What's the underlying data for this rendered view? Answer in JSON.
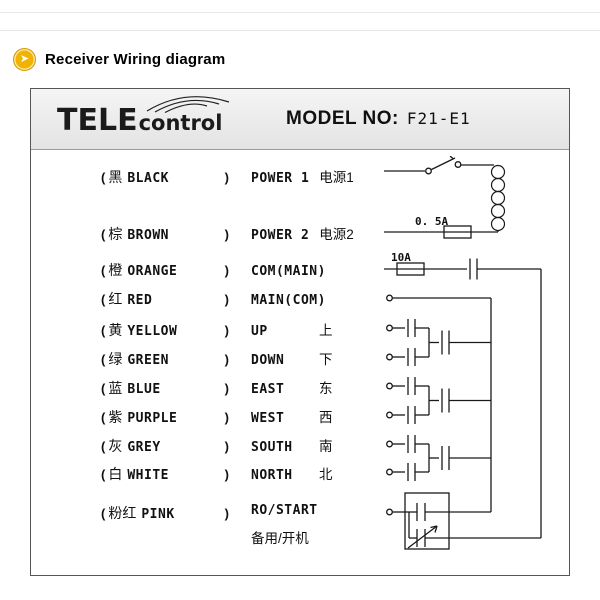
{
  "page": {
    "title": "Receiver Wiring diagram"
  },
  "icons": {
    "bullet_arrow": "➤"
  },
  "punct": {
    "open": "(",
    "close": ")"
  },
  "panel": {
    "brand_tele": "TELE",
    "brand_control": "control",
    "model_label": "MODEL NO:",
    "model_value": "F21-E1"
  },
  "wires": [
    {
      "cn": "黑",
      "en": "BLACK",
      "func": "POWER 1",
      "func_cn": "电源1"
    },
    {
      "cn": "棕",
      "en": "BROWN",
      "func": "POWER 2",
      "func_cn": "电源2"
    },
    {
      "cn": "橙",
      "en": "ORANGE",
      "func": "COM(MAIN)",
      "func_cn": ""
    },
    {
      "cn": "红",
      "en": "RED",
      "func": "MAIN(COM)",
      "func_cn": ""
    },
    {
      "cn": "黄",
      "en": "YELLOW",
      "func": "UP",
      "func_cn": "上"
    },
    {
      "cn": "绿",
      "en": "GREEN",
      "func": "DOWN",
      "func_cn": "下"
    },
    {
      "cn": "蓝",
      "en": "BLUE",
      "func": "EAST",
      "func_cn": "东"
    },
    {
      "cn": "紫",
      "en": "PURPLE",
      "func": "WEST",
      "func_cn": "西"
    },
    {
      "cn": "灰",
      "en": "GREY",
      "func": "SOUTH",
      "func_cn": "南"
    },
    {
      "cn": "白",
      "en": "WHITE",
      "func": "NORTH",
      "func_cn": "北"
    },
    {
      "cn": "粉红",
      "en": "PINK",
      "func": "RO/START",
      "func_cn": "备用/开机"
    }
  ],
  "diagram": {
    "fuse_small_label": "0. 5A",
    "fuse_big_label": "10A"
  }
}
